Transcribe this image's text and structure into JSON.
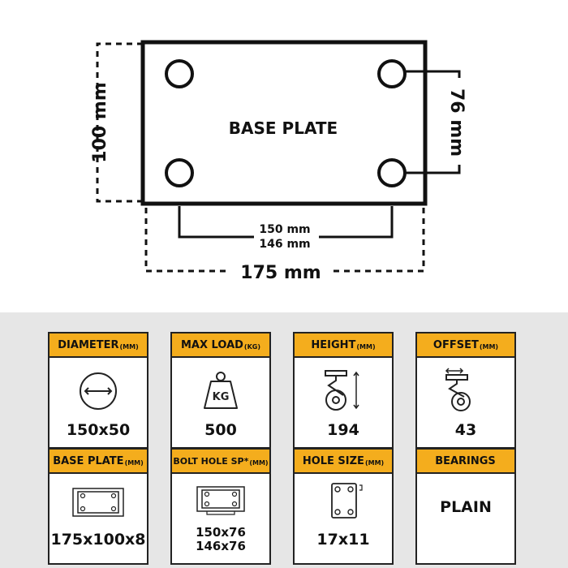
{
  "diagram": {
    "plate_label": "BASE PLATE",
    "dim_height": "100 mm",
    "dim_hole_vertical": "76 mm",
    "dim_hole_horizontal_1": "150 mm",
    "dim_hole_horizontal_2": "146 mm",
    "dim_width": "175 mm"
  },
  "specs": [
    {
      "title": "DIAMETER",
      "unit": "(MM)",
      "value": "150x50",
      "icon": "wheel-diameter-icon"
    },
    {
      "title": "MAX LOAD",
      "unit": "(KG)",
      "value": "500",
      "icon": "weight-icon",
      "icon_text": "KG"
    },
    {
      "title": "HEIGHT",
      "unit": "(MM)",
      "value": "194",
      "icon": "caster-height-icon"
    },
    {
      "title": "OFFSET",
      "unit": "(MM)",
      "value": "43",
      "icon": "caster-offset-icon"
    },
    {
      "title": "BASE PLATE",
      "unit": "(MM)",
      "value": "175x100x8",
      "icon": "base-plate-icon"
    },
    {
      "title": "BOLT HOLE SP*",
      "unit": "(MM)",
      "value_1": "150x76",
      "value_2": "146x76",
      "icon": "bolt-hole-spacing-icon"
    },
    {
      "title": "HOLE SIZE",
      "unit": "(MM)",
      "value": "17x11",
      "icon": "hole-size-icon"
    },
    {
      "title": "BEARINGS",
      "unit": "",
      "value": "PLAIN",
      "icon": ""
    }
  ],
  "colors": {
    "accent": "#f4ad1d",
    "panel_bg": "#e6e6e6",
    "outline": "#222222"
  }
}
